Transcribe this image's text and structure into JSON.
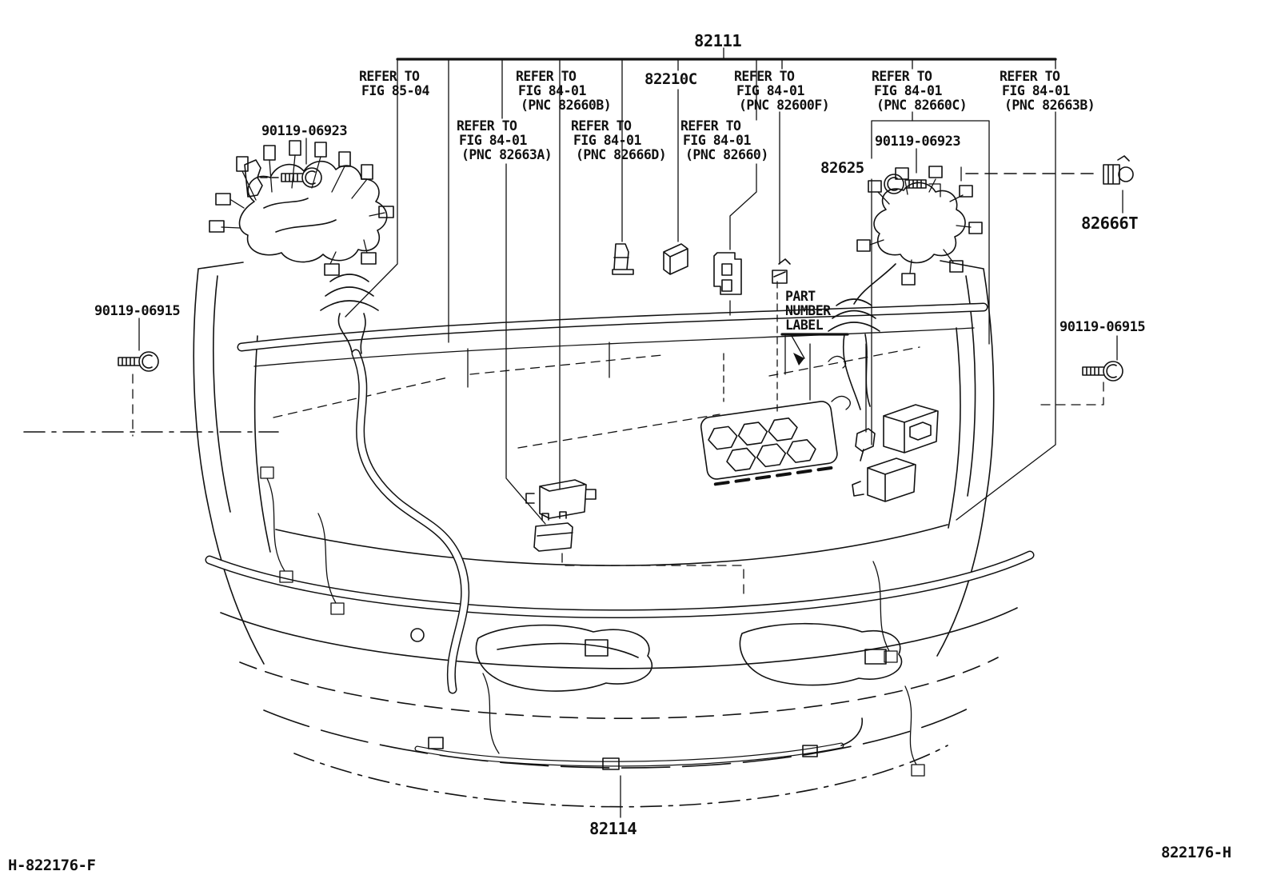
{
  "doc_codes": {
    "bottom_left": "H-822176-F",
    "bottom_right": "822176-H"
  },
  "parts": {
    "p82111": "82111",
    "p82210C": "82210C",
    "p82625": "82625",
    "p82666T": "82666T",
    "p82114": "82114"
  },
  "fasteners": {
    "bolt_06923_left": "90119-06923",
    "bolt_06923_right": "90119-06923",
    "bolt_06915_left": "90119-06915",
    "bolt_06915_right": "90119-06915"
  },
  "refer": {
    "fig8504": {
      "l1": "REFER TO",
      "l2": "FIG 85-04"
    },
    "pnc82660B": {
      "l1": "REFER TO",
      "l2": "FIG 84-01",
      "l3": "(PNC 82660B)"
    },
    "pnc82600F": {
      "l1": "REFER TO",
      "l2": "FIG 84-01",
      "l3": "(PNC 82600F)"
    },
    "pnc82660C": {
      "l1": "REFER TO",
      "l2": "FIG 84-01",
      "l3": "(PNC 82660C)"
    },
    "pnc82663B": {
      "l1": "REFER TO",
      "l2": "FIG 84-01",
      "l3": "(PNC 82663B)"
    },
    "pnc82663A": {
      "l1": "REFER TO",
      "l2": "FIG 84-01",
      "l3": "(PNC 82663A)"
    },
    "pnc82666D": {
      "l1": "REFER TO",
      "l2": "FIG 84-01",
      "l3": "(PNC 82666D)"
    },
    "pnc82660": {
      "l1": "REFER TO",
      "l2": "FIG 84-01",
      "l3": "(PNC 82660)"
    }
  },
  "callouts": {
    "pnl": {
      "l1": "PART",
      "l2": "NUMBER",
      "l3": "LABEL"
    }
  },
  "colors": {
    "ink": "#111111",
    "background": "#ffffff"
  }
}
